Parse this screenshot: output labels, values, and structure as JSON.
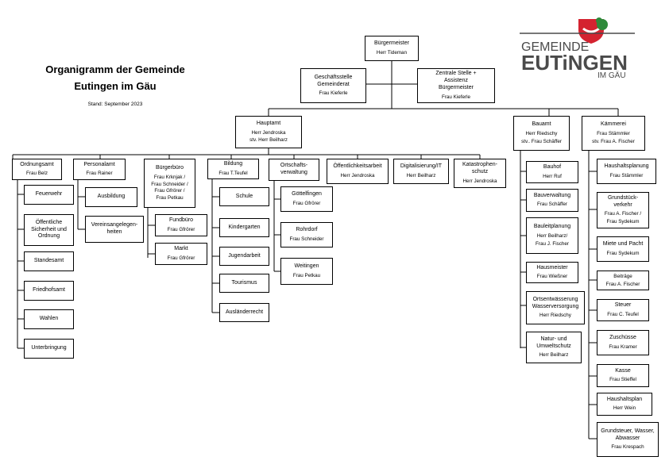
{
  "header": {
    "title_line1": "Organigramm der Gemeinde",
    "title_line2": "Eutingen im Gäu",
    "stand": "Stand: September 2023"
  },
  "logo": {
    "word1": "GEMEINDE",
    "word2": "EUTiNGEN",
    "word3": "IM GÄU",
    "colors": {
      "red": "#d42330",
      "green": "#2f8a3a",
      "gray": "#4a4a4a"
    }
  },
  "top": {
    "buergermeister": {
      "title": "Bürgermeister",
      "name": "Herr Tideman"
    },
    "geschaeftsstelle": {
      "title_l1": "Geschäftsstelle",
      "title_l2": "Gemeinderat",
      "name": "Frau Kieferle"
    },
    "zentrale": {
      "title_l1": "Zentrale Stelle +",
      "title_l2": "Assistenz",
      "title_l3": "Bürgermeister",
      "name": "Frau Kieferle"
    }
  },
  "hauptamt": {
    "title": "Hauptamt",
    "name1": "Herr Jendroska",
    "name2": "stv. Herr Beilharz"
  },
  "bauamt": {
    "title": "Bauamt",
    "name1": "Herr Riedschy",
    "name2": "stv.. Frau Schäffer"
  },
  "kaemmerei": {
    "title": "Kämmerei",
    "name1": "Frau Stämmler",
    "name2": "stv. Frau A. Fischer"
  },
  "ordnungsamt": {
    "title": "Ordnungsamt",
    "name": "Frau Belz",
    "children": [
      "Feuerwehr",
      "Öffentliche Sicherheit und Ordnung",
      "Standesamt",
      "Friedhofsamt",
      "Wahlen",
      "Unterbringung"
    ]
  },
  "personalamt": {
    "title": "Personalamt",
    "name": "Frau Rainer",
    "children": [
      "Ausbildung",
      "Vereinsangelegen-heiten"
    ]
  },
  "buergerbuero": {
    "title": "Bürgerbüro",
    "name1": "Frau Krknjak /",
    "name2": "Frau Schneider /",
    "name3": "Frau Gfrörer /",
    "name4": "Frau Petkau",
    "children": [
      {
        "title": "Fundbüro",
        "name": "Frau Gfrörer"
      },
      {
        "title": "Markt",
        "name": "Frau Gfrörer"
      }
    ]
  },
  "bildung": {
    "title": "Bildung",
    "name": "Frau T.Teufel",
    "children": [
      "Schule",
      "Kindergarten",
      "Jugendarbeit",
      "Tourismus",
      "Ausländerrecht"
    ]
  },
  "ortschaftsverwaltung": {
    "title_l1": "Ortschafts-",
    "title_l2": "verwaltung",
    "children": [
      {
        "title": "Göttelfingen",
        "name": "Frau Gfrörer"
      },
      {
        "title": "Rohrdorf",
        "name": "Frau Schneider"
      },
      {
        "title": "Weitingen",
        "name": "Frau Petkau"
      }
    ]
  },
  "oeffentlichkeitsarbeit": {
    "title": "Öffentlichkeitsarbeit",
    "name": "Herr Jendroska"
  },
  "digitalisierung": {
    "title": "Digitalisierung/IT",
    "name": "Herr Beilharz"
  },
  "katastrophenschutz": {
    "title_l1": "Katastrophen-",
    "title_l2": "schutz",
    "name": "Herr Jendroska"
  },
  "bauamt_children": [
    {
      "title": "Bauhof",
      "name": "Herr Ruf"
    },
    {
      "title": "Bauverwaltung",
      "name": "Frau Schäffer"
    },
    {
      "title": "Bauleitplanung",
      "name": "Herr Beilharz/",
      "name2": "Frau J. Fischer"
    },
    {
      "title": "Hausmeister",
      "name": "Frau Wießner"
    },
    {
      "title": "Ortsentwässerung Wasserversorgung",
      "name": "Herr Riedschy"
    },
    {
      "title": "Natur- und Umweltschutz",
      "name": "Herr Beilharz"
    }
  ],
  "kaemmerei_children": [
    {
      "title": "Haushaltsplanung",
      "name": "Frau Stämmler"
    },
    {
      "title": "Grundstück-verkehr",
      "name": "Frau A. Fischer /",
      "name2": "Frau Sydekum"
    },
    {
      "title": "Miete und Pacht",
      "name": "Frau Sydekum"
    },
    {
      "title": "Beiträge",
      "name": "Frau A. Fischer"
    },
    {
      "title": "Steuer",
      "name": "Frau C. Teufel"
    },
    {
      "title": "Zuschüsse",
      "name": "Frau Kramer"
    },
    {
      "title": "Kasse",
      "name": "Frau Stieffel"
    },
    {
      "title": "Haushaltsplan",
      "name": "Herr Wein"
    },
    {
      "title": "Grundsteuer, Wasser, Abwasser",
      "name": "Frau Krespach"
    }
  ]
}
